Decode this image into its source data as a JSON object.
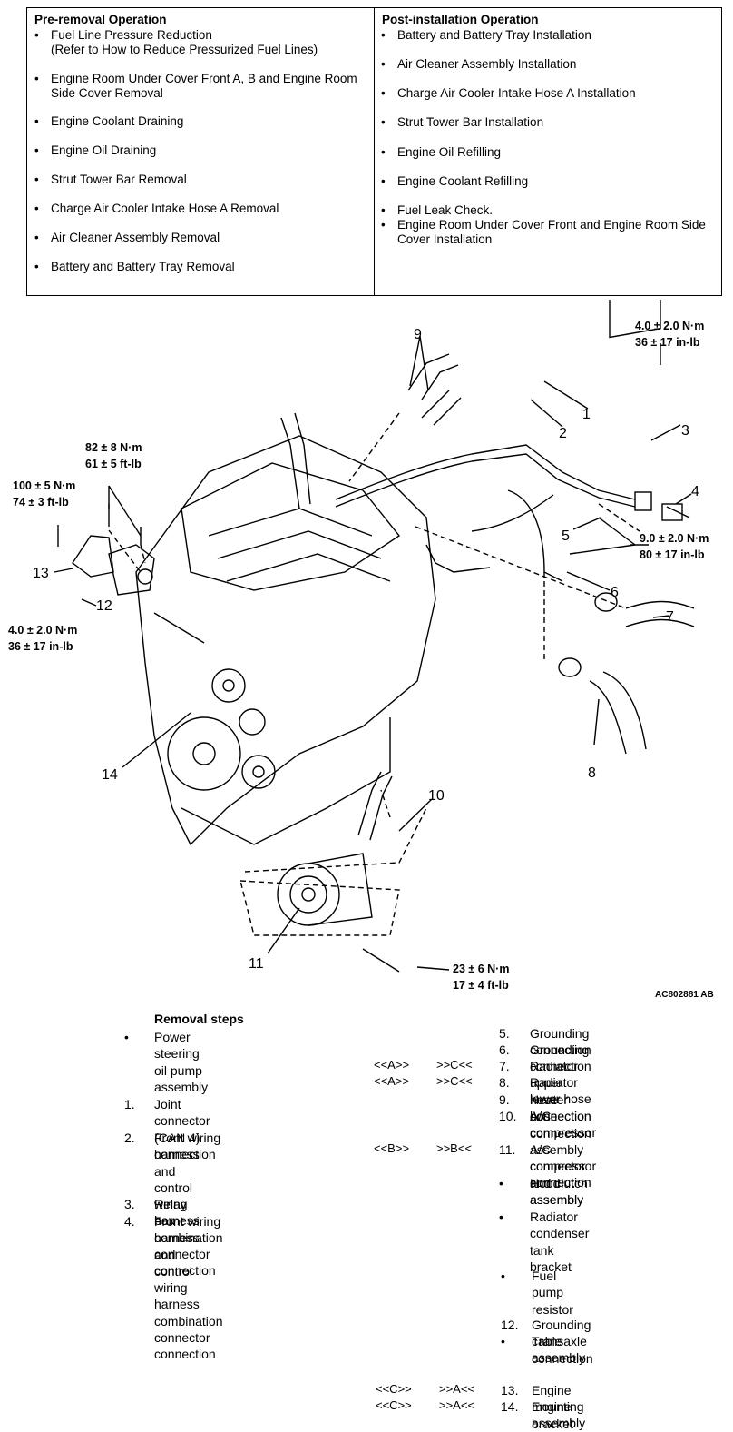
{
  "pre_removal": {
    "heading": "Pre-removal Operation",
    "items": [
      "Fuel Line Pressure Reduction\n(Refer to How to Reduce Pressurized Fuel Lines)",
      "Engine Room Under Cover Front A, B and Engine Room\nSide Cover Removal",
      "Engine Coolant Draining",
      "Engine Oil Draining",
      "Strut Tower Bar Removal",
      "Charge Air Cooler Intake Hose A Removal",
      "Air Cleaner Assembly Removal",
      "Battery and Battery Tray Removal"
    ]
  },
  "post_installation": {
    "heading": "Post-installation Operation",
    "items": [
      "Battery and Battery Tray Installation",
      "Air Cleaner Assembly Installation",
      "Charge Air Cooler Intake Hose A Installation",
      "Strut Tower Bar Installation",
      "Engine Oil Refilling",
      "Engine Coolant Refilling",
      "Fuel Leak Check.",
      "Engine Room Under Cover Front and Engine Room Side\nCover Installation"
    ]
  },
  "bullet": "•",
  "diagram": {
    "code": "AC802881 AB",
    "callouts": [
      "1",
      "2",
      "3",
      "4",
      "5",
      "6",
      "7",
      "8",
      "9",
      "10",
      "11",
      "12",
      "13",
      "14"
    ],
    "torques": {
      "t1a": "4.0 ± 2.0 N·m",
      "t1b": "36 ± 17 in-lb",
      "t2a": "82 ± 8 N·m",
      "t2b": "61 ± 5 ft-lb",
      "t3a": "100 ± 5 N·m",
      "t3b": "74 ± 3 ft-lb",
      "t4a": "9.0 ± 2.0 N·m",
      "t4b": "80 ± 17 in-lb",
      "t5a": "4.0 ± 2.0 N·m",
      "t5b": "36 ± 17 in-lb",
      "t6a": "23 ± 6 N·m",
      "t6b": "17 ± 4 ft-lb"
    }
  },
  "removal": {
    "title": "Removal steps",
    "left_steps": [
      {
        "num": "•",
        "text": "Power steering oil pump\nassembly"
      },
      {
        "num": "1.",
        "text": "Joint connector (CAN 4)\nconnection"
      },
      {
        "num": "2.",
        "text": "Front wiring harness and\ncontrol wiring harness\ncombination connector\nconnection"
      },
      {
        "num": "3.",
        "text": "Relay box"
      },
      {
        "num": "4.",
        "text": "Front wiring harness and\ncontrol wiring harness\ncombination connector\nconnection"
      }
    ],
    "right_steps": [
      {
        "num": "5.",
        "text": "Grounding connection"
      },
      {
        "num": "6.",
        "text": "Grounding connection"
      },
      {
        "num": "7.",
        "text": "Radiator upper hose connection"
      },
      {
        "num": "8.",
        "text": "Radiator lower hose connection"
      },
      {
        "num": "9.",
        "text": "Heater hose connection"
      },
      {
        "num": "10.",
        "text": "A/C compressor assembly\nconnector connection"
      },
      {
        "num": "11.",
        "text": "A/C compressor and clutch\nassembly"
      },
      {
        "num": "•",
        "text": "Hood assembly"
      },
      {
        "num": "•",
        "text": "Radiator condenser tank\nbracket"
      },
      {
        "num": "•",
        "text": "Fuel pump resistor"
      },
      {
        "num": "12.",
        "text": "Grounding cable connection"
      },
      {
        "num": "•",
        "text": "Transaxle assembly"
      },
      {
        "num": "13.",
        "text": "Engine mounting bracket"
      },
      {
        "num": "14.",
        "text": "Engine assembly"
      }
    ],
    "marks": {
      "m7a": "<<A>>",
      "m7b": ">>C<<",
      "m8a": "<<A>>",
      "m8b": ">>C<<",
      "m11a": "<<B>>",
      "m11b": ">>B<<",
      "m13a": "<<C>>",
      "m13b": ">>A<<",
      "m14a": "<<C>>",
      "m14b": ">>A<<"
    }
  }
}
